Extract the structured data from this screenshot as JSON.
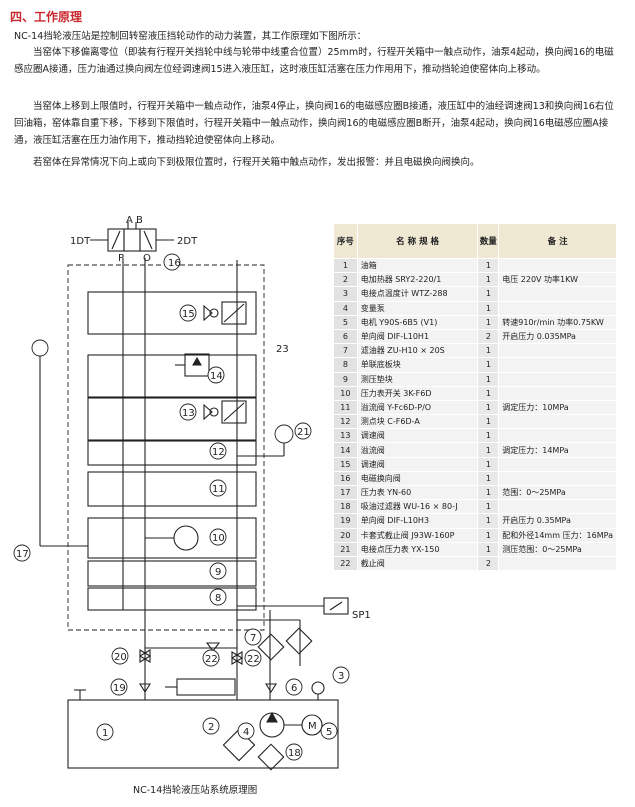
{
  "section_title": "四、工作原理",
  "paragraphs": [
    "NC-14挡轮液压站是控制回转窑液压挡轮动作的动力装置，其工作原理如下图所示：",
    "当窑体下移偏离零位（即装有行程开关挡轮中线与轮带中线重合位置）25mm时，行程开关箱中一触点动作，油泵4起动，换向阀16的电磁感应圈A接通，压力油通过换向阀左位经调速阀15进入液压缸，这时液压缸活塞在压力作用用下，推动挡轮迫使窑体向上移动。",
    "当窑体上移到上限值时，行程开关箱中一触点动作，油泵4停止，换向阀16的电磁感应圈B接通，液压缸中的油经调速阀13和换向阀16右位回油箱，窑体靠自重下移，下移到下限值时，行程开关箱中一触点动作，换向阀16的电磁感应圈B断开，油泵4起动，换向阀16电磁感应圈A接通，液压缸活塞在压力油作用下，推动挡轮迫使窑体向上移动。",
    "若窑体在异常情况下向上或向下到极限位置时，行程开关箱中触点动作，发出报警：并且电磁换向阀换向。"
  ],
  "diagram": {
    "caption": "NC-14挡轮液压站系统原理图",
    "labels": {
      "dt1": "1DT",
      "dt2": "2DT",
      "a": "A",
      "b": "B",
      "p": "P",
      "o": "O",
      "sp1": "SP1",
      "n23": "23",
      "m": "M",
      "c1": "1",
      "c2": "2",
      "c3": "3",
      "c4": "4",
      "c5": "5",
      "c6": "6",
      "c7": "7",
      "c8": "8",
      "c9": "9",
      "c10": "10",
      "c11": "11",
      "c12": "12",
      "c13": "13",
      "c14": "14",
      "c15": "15",
      "c16": "16",
      "c17": "17",
      "c18": "18",
      "c19": "19",
      "c20": "20",
      "c21": "21",
      "c22a": "22",
      "c22b": "22"
    }
  },
  "parts_table": {
    "headers": [
      "序号",
      "名 称 规 格",
      "数量",
      "备 注"
    ],
    "rows": [
      [
        "1",
        "油箱",
        "1",
        ""
      ],
      [
        "2",
        "电加热器 SRY2-220/1",
        "1",
        "电压 220V  功率1KW"
      ],
      [
        "3",
        "电接点温度计 WTZ-288",
        "1",
        ""
      ],
      [
        "4",
        "变量泵",
        "1",
        ""
      ],
      [
        "5",
        "电机  Y90S-6B5  (V1)",
        "1",
        "转速910r/min 功率0.75KW"
      ],
      [
        "6",
        "单向阀  DIF-L10H1",
        "2",
        "开启压力 0.035MPa"
      ],
      [
        "7",
        "滤油器  ZU-H10 × 20S",
        "1",
        ""
      ],
      [
        "8",
        "单联底板块",
        "1",
        ""
      ],
      [
        "9",
        "测压垫块",
        "1",
        ""
      ],
      [
        "10",
        "压力表开关  3K-F6D",
        "1",
        ""
      ],
      [
        "11",
        "溢流阀  Y-Fc6D-P/O",
        "1",
        "调定压力：10MPa"
      ],
      [
        "12",
        "测点块  C-F6D-A",
        "1",
        ""
      ],
      [
        "13",
        "调速阀",
        "1",
        ""
      ],
      [
        "14",
        "溢流阀",
        "1",
        "调定压力：14MPa"
      ],
      [
        "15",
        "调速阀",
        "1",
        ""
      ],
      [
        "16",
        "电磁换向阀",
        "1",
        ""
      ],
      [
        "17",
        "压力表  YN-60",
        "1",
        "范围：0～25MPa"
      ],
      [
        "18",
        "吸油过滤器 WU-16 × 80-J",
        "1",
        ""
      ],
      [
        "19",
        "单向阀 DIF-L10H3",
        "1",
        "开启压力 0.35MPa"
      ],
      [
        "20",
        "卡套式截止阀 J93W-160P",
        "1",
        "配和外径14mm 压力：16MPa"
      ],
      [
        "21",
        "电接点压力表 YX-150",
        "1",
        "测压范围：0～25MPa"
      ],
      [
        "22",
        "截止阀",
        "2",
        ""
      ]
    ]
  }
}
